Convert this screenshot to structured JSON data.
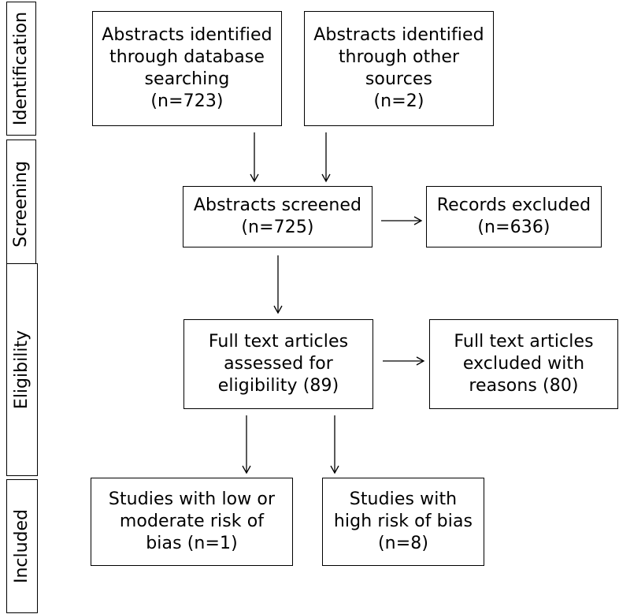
{
  "stages": {
    "identification": "Identification",
    "screening": "Screening",
    "eligibility": "Eligibility",
    "included": "Included"
  },
  "boxes": {
    "database": [
      "Abstracts identified",
      "through database",
      "searching",
      "(n=723)"
    ],
    "other": [
      "Abstracts identified",
      "through other",
      "sources",
      "(n=2)"
    ],
    "screened": [
      "Abstracts screened",
      "(n=725)"
    ],
    "excluded": [
      "Records excluded",
      "(n=636)"
    ],
    "fulltext": [
      "Full text articles",
      "assessed for",
      "eligibility (89)"
    ],
    "fulltext_excluded": [
      "Full text articles",
      "excluded with",
      "reasons (80)"
    ],
    "low_risk": [
      "Studies with low or",
      "moderate risk of",
      "bias (n=1)"
    ],
    "high_risk": [
      "Studies with",
      "high risk of bias",
      "(n=8)"
    ]
  }
}
